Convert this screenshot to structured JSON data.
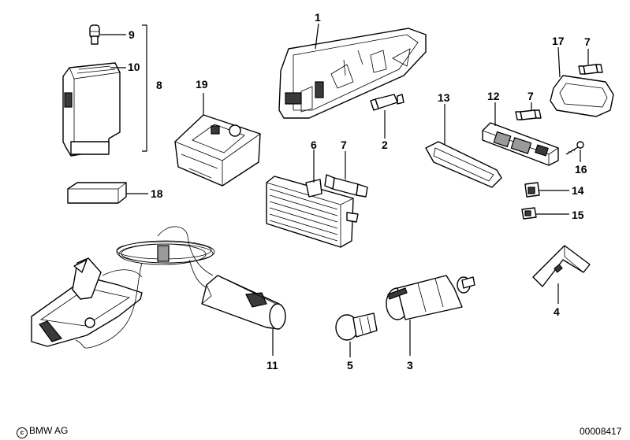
{
  "labels": {
    "p1": "1",
    "p2": "2",
    "p3": "3",
    "p4": "4",
    "p5": "5",
    "p6": "6",
    "p7a": "7",
    "p7b": "7",
    "p7c": "7",
    "p8": "8",
    "p9": "9",
    "p10": "10",
    "p11": "11",
    "p12": "12",
    "p13": "13",
    "p14": "14",
    "p15": "15",
    "p16": "16",
    "p17": "17",
    "p18": "18",
    "p19": "19"
  },
  "footer": {
    "copyright_symbol": "c",
    "brand": "BMW AG",
    "diagram_number": "00008417"
  }
}
